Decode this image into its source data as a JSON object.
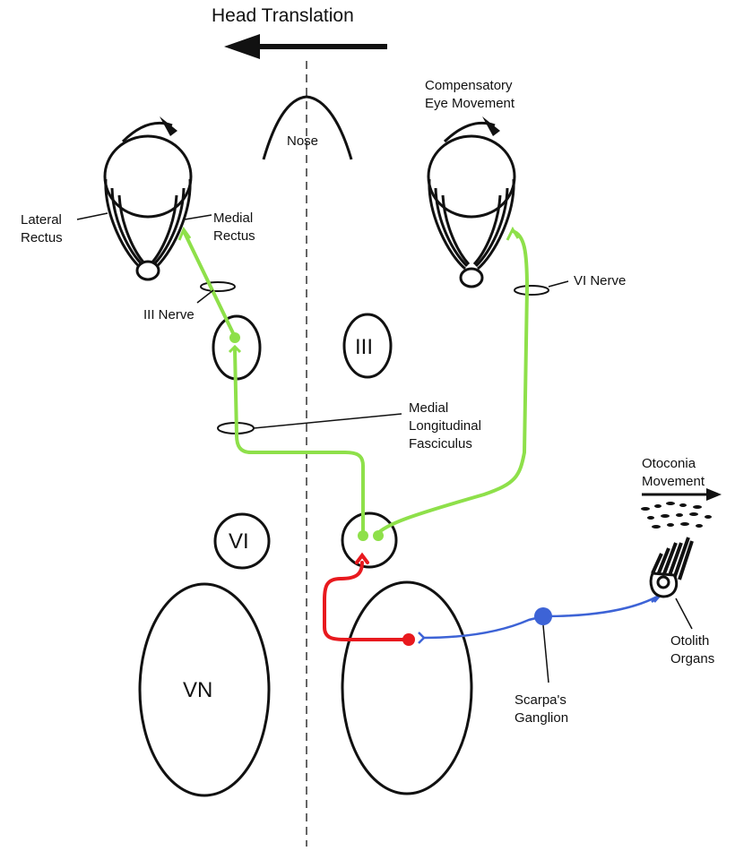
{
  "title": "Head Translation",
  "labels": {
    "nose": "Nose",
    "compensatory_line1": "Compensatory",
    "compensatory_line2": "Eye Movement",
    "lateral_line1": "Lateral",
    "lateral_line2": "Rectus",
    "medial_line1": "Medial",
    "medial_line2": "Rectus",
    "iii_nerve": "III Nerve",
    "vi_nerve": "VI Nerve",
    "iii_nucleus": "III",
    "vi_nucleus": "VI",
    "mlf_line1": "Medial",
    "mlf_line2": "Longitudinal",
    "mlf_line3": "Fasciculus",
    "otoconia_line1": "Otoconia",
    "otoconia_line2": "Movement",
    "otolith_line1": "Otolith",
    "otolith_line2": "Organs",
    "vn": "VN",
    "scarpa_line1": "Scarpa's",
    "scarpa_line2": "Ganglion"
  },
  "colors": {
    "green_pathway": "#8ee04a",
    "red_pathway": "#e8191e",
    "blue_pathway": "#3d63d6",
    "outline": "#111111"
  }
}
